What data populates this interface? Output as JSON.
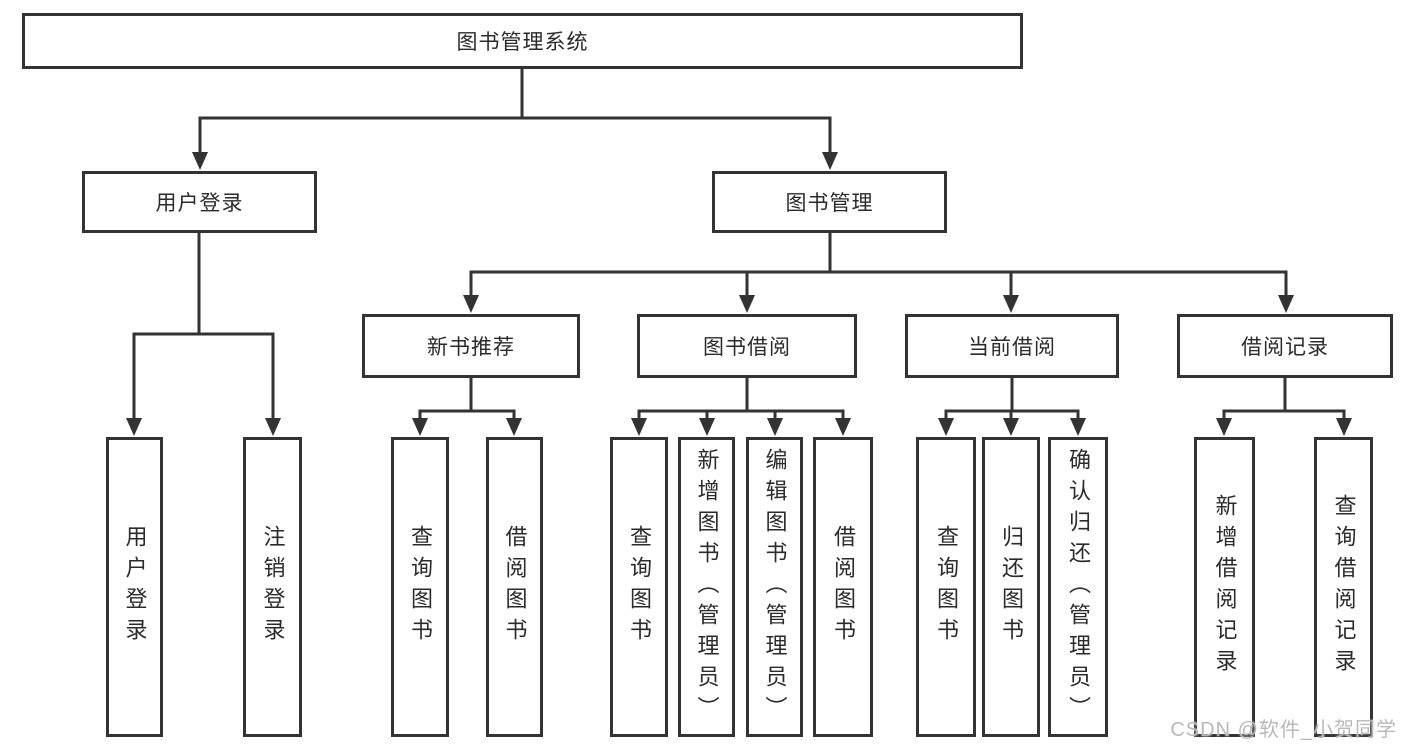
{
  "diagram": {
    "root": {
      "label": "图书管理系统"
    },
    "level2": [
      {
        "label": "用户登录",
        "children": [
          {
            "label": "用户登录"
          },
          {
            "label": "注销登录"
          }
        ]
      },
      {
        "label": "图书管理",
        "children": [
          {
            "label": "新书推荐",
            "children": [
              {
                "label": "查询图书"
              },
              {
                "label": "借阅图书"
              }
            ]
          },
          {
            "label": "图书借阅",
            "children": [
              {
                "label": "查询图书"
              },
              {
                "label": "新增图书（管理员）"
              },
              {
                "label": "编辑图书（管理员）"
              },
              {
                "label": "借阅图书"
              }
            ]
          },
          {
            "label": "当前借阅",
            "children": [
              {
                "label": "查询图书"
              },
              {
                "label": "归还图书"
              },
              {
                "label": "确认归还（管理员）"
              }
            ]
          },
          {
            "label": "借阅记录",
            "children": [
              {
                "label": "新增借阅记录"
              },
              {
                "label": "查询借阅记录"
              }
            ]
          }
        ]
      }
    ]
  },
  "watermark": {
    "text": "CSDN @软件_小贺同学"
  },
  "colors": {
    "background": "#ffffff",
    "line": "#333333",
    "box_border": "#333333",
    "text": "#2b2b2b",
    "watermark_text": "#b9b9b9"
  }
}
